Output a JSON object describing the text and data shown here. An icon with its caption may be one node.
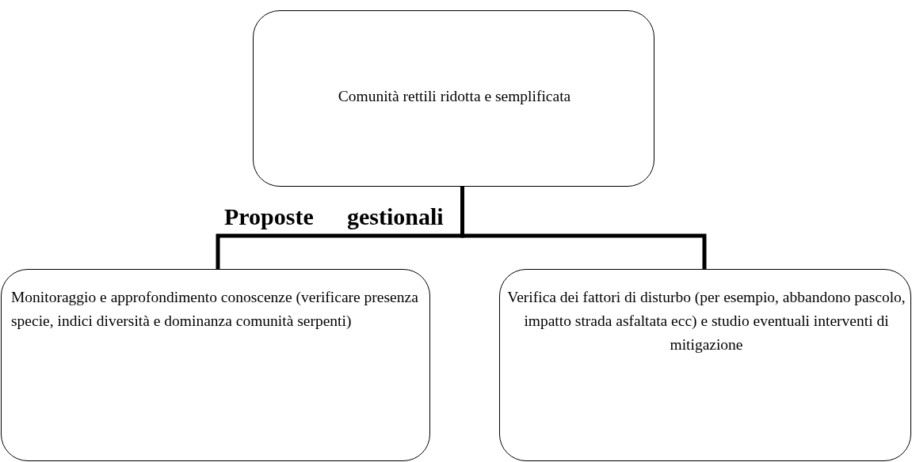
{
  "diagram": {
    "nodes": [
      {
        "text": [
          "Comunità rettili ridotta e semplificata"
        ]
      },
      {
        "text": [
          "Monitoraggio e approfondimento conoscenze (verificare presenza specie, indici diversità e dominanza comunità serpenti)"
        ]
      },
      {
        "text": [
          "Verifica dei fattori di disturbo (per esempio, abbandono pascolo, impatto strada asfaltata ecc) e studio eventuali interventi di mitigazione"
        ]
      }
    ],
    "edges": [
      {
        "from": 0,
        "to": 1,
        "arrow": "none"
      },
      {
        "from": 0,
        "to": 2,
        "arrow": "none"
      }
    ],
    "labels": [
      "Proposte",
      "gestionali"
    ]
  }
}
